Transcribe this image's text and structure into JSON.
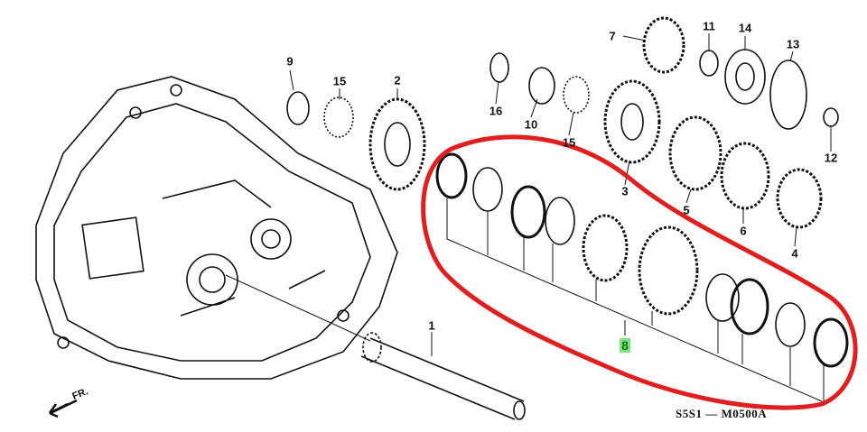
{
  "diagram": {
    "part_labels": [
      "9",
      "15",
      "2",
      "16",
      "10",
      "15",
      "3",
      "7",
      "11",
      "14",
      "13",
      "12",
      "5",
      "6",
      "4",
      "1",
      "8"
    ],
    "highlighted_label": "8",
    "direction_marker": "FR.",
    "diagram_code": "S5S1 — M0500A",
    "colors": {
      "highlight_outline": "#e02020",
      "label_highlight": "#7fe07f",
      "line": "#111111"
    }
  }
}
